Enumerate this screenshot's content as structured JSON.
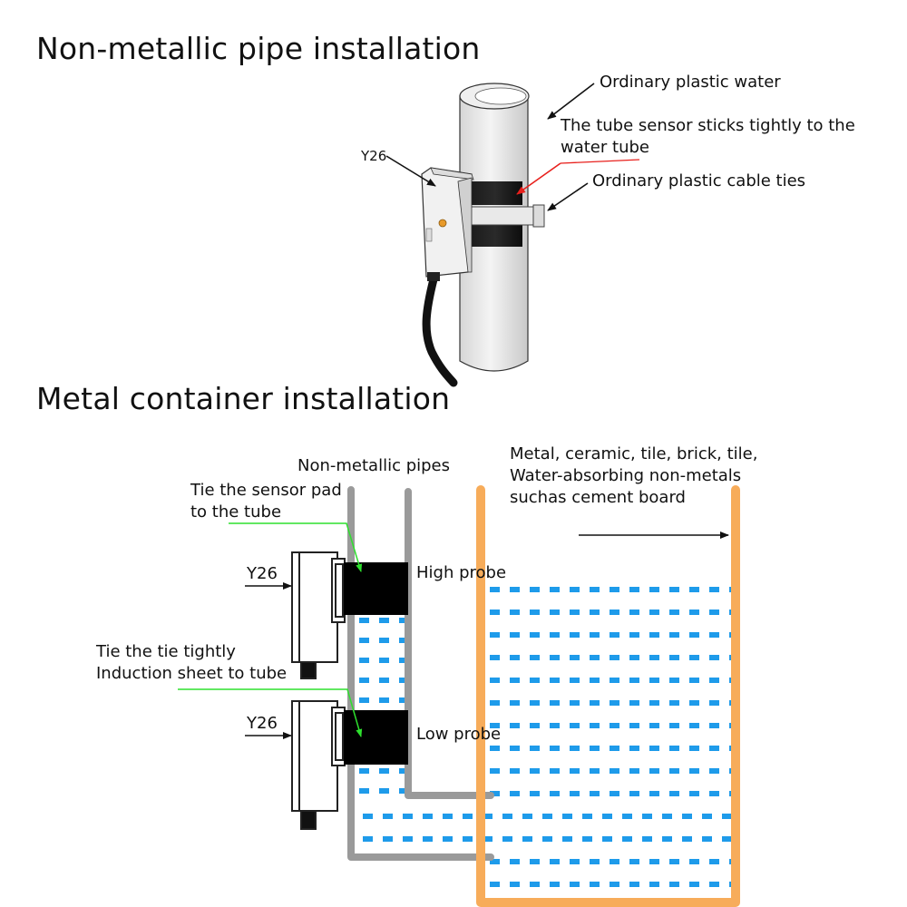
{
  "sections": {
    "top": {
      "title": "Non-metallic pipe installation"
    },
    "bottom": {
      "title": "Metal container installation"
    }
  },
  "top_labels": {
    "sensor_model": "Y26",
    "pipe": "Ordinary plastic water",
    "sensor_line1": "The tube sensor sticks tightly to the",
    "sensor_line2": "water tube",
    "ties": "Ordinary plastic cable ties"
  },
  "bottom_labels": {
    "pipes": "Non-metallic pipes",
    "container_line1": "Metal, ceramic, tile, brick, tile,",
    "container_line2": "Water-absorbing non-metals",
    "container_line3": "suchas cement board",
    "pad_line1": "Tie the sensor pad",
    "pad_line2": "to the tube",
    "high_probe": "High probe",
    "tie_line1": "Tie the tie tightly",
    "tie_line2": "Induction sheet to tube",
    "sensor_high": "Y26",
    "sensor_low": "Y26",
    "low_probe": "Low probe"
  },
  "colors": {
    "water_dash": "#1e9bea",
    "container": "#f7ac5a",
    "pipe": "#9a9a9a",
    "pointer_red": "#e8201c",
    "pointer_green": "#2ee02e",
    "probe": "#000000"
  }
}
